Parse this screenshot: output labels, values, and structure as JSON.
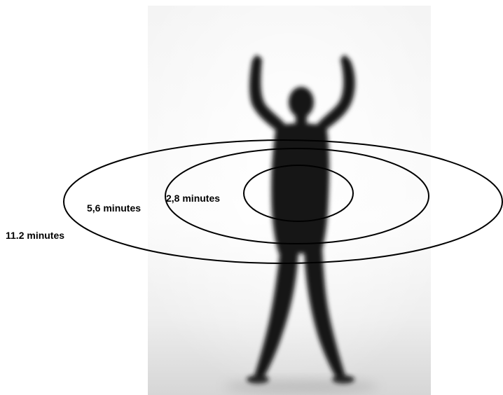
{
  "figure": {
    "photo_subject": "silhouette-person-arms-raised",
    "colors": {
      "background": "#ffffff",
      "silhouette": "#111111",
      "ring_stroke": "#000000",
      "label_text": "#000000"
    }
  },
  "rings": [
    {
      "id": "inner",
      "label": "2,8 minutes"
    },
    {
      "id": "middle",
      "label": "5,6 minutes"
    },
    {
      "id": "outer",
      "label": "11.2 minutes"
    }
  ]
}
